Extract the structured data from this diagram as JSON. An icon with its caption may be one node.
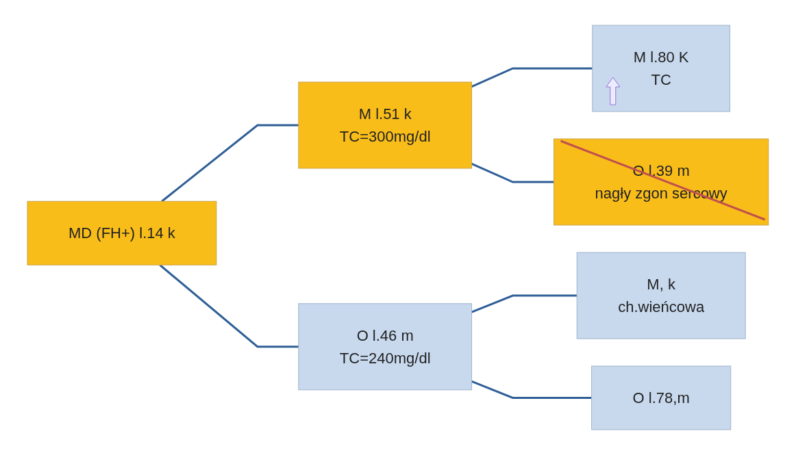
{
  "diagram": {
    "nodes": [
      {
        "text": [
          "MD (FH+) l.14 k"
        ]
      },
      {
        "text": [
          "M l.51 k",
          "TC=300mg/dl"
        ]
      },
      {
        "text": [
          "M l.80 K",
          "TC"
        ]
      },
      {
        "text": [
          "O l.39 m",
          "nagły zgon sercowy"
        ]
      },
      {
        "text": [
          "O l.46 m",
          "TC=240mg/dl"
        ]
      },
      {
        "text": [
          "M, k",
          "ch.wieńcowa"
        ]
      },
      {
        "text": [
          "O l.78,m"
        ]
      }
    ],
    "edges": [
      {
        "from": 0,
        "to": 1,
        "arrow": "none"
      },
      {
        "from": 0,
        "to": 4,
        "arrow": "none"
      },
      {
        "from": 1,
        "to": 2,
        "arrow": "none"
      },
      {
        "from": 1,
        "to": 3,
        "arrow": "none"
      },
      {
        "from": 4,
        "to": 5,
        "arrow": "none"
      },
      {
        "from": 4,
        "to": 6,
        "arrow": "none"
      }
    ]
  }
}
